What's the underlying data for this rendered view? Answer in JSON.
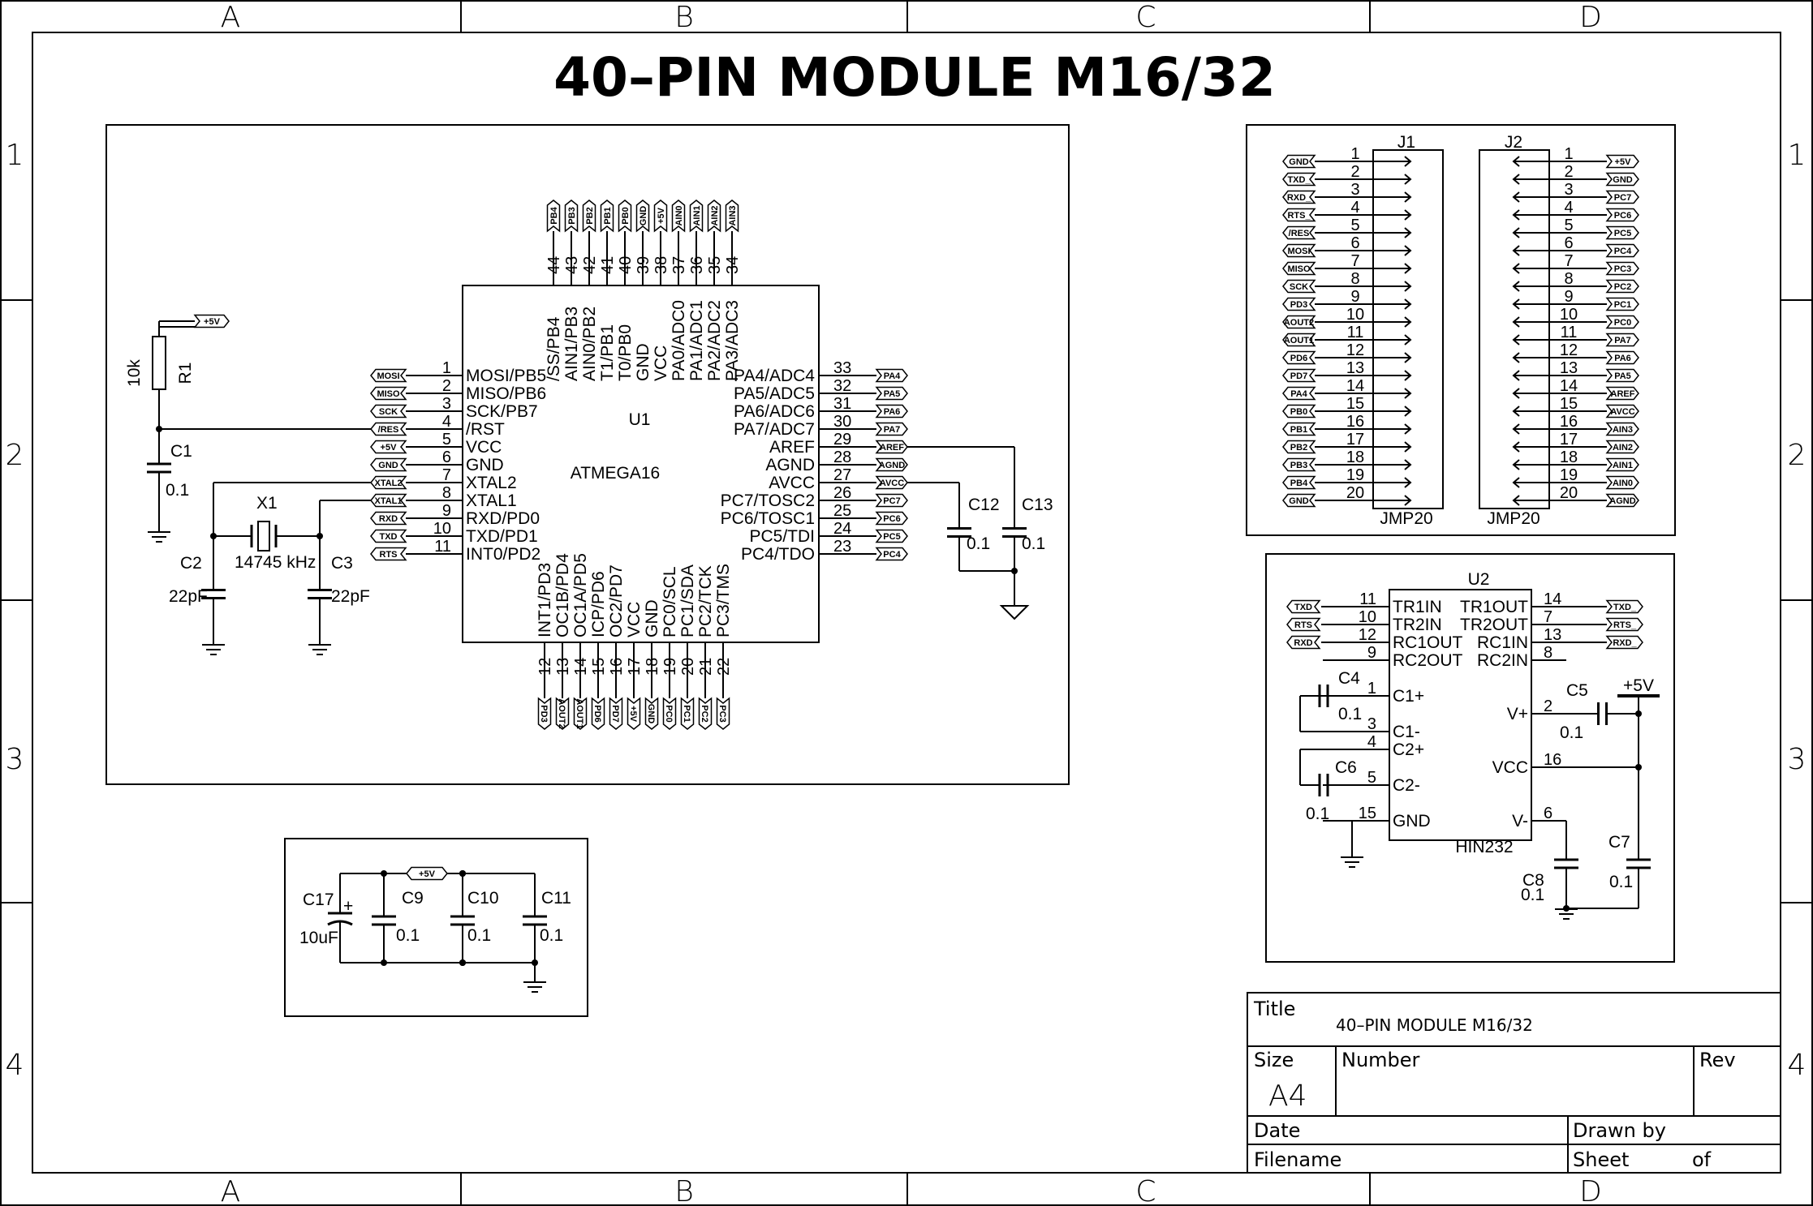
{
  "sheet": {
    "title": "40–PIN MODULE M16/32",
    "zones_h": [
      "A",
      "B",
      "C",
      "D"
    ],
    "zones_v": [
      "1",
      "2",
      "3",
      "4"
    ]
  },
  "title_block": {
    "title_label": "Title",
    "title_value": "40–PIN MODULE M16/32",
    "size_label": "Size",
    "size_value": "A4",
    "number_label": "Number",
    "rev_label": "Rev",
    "date_label": "Date",
    "drawn_label": "Drawn by",
    "filename_label": "Filename",
    "sheet_label": "Sheet",
    "of_label": "of"
  },
  "u1": {
    "ref": "U1",
    "part": "ATMEGA16",
    "left_pins": [
      {
        "num": "1",
        "name": "MOSI/PB5",
        "net": "MOSI"
      },
      {
        "num": "2",
        "name": "MISO/PB6",
        "net": "MISO"
      },
      {
        "num": "3",
        "name": "SCK/PB7",
        "net": "SCK"
      },
      {
        "num": "4",
        "name": "/RST",
        "net": "/RES"
      },
      {
        "num": "5",
        "name": "VCC",
        "net": "+5V"
      },
      {
        "num": "6",
        "name": "GND",
        "net": "GND"
      },
      {
        "num": "7",
        "name": "XTAL2",
        "net": "XTAL2"
      },
      {
        "num": "8",
        "name": "XTAL1",
        "net": "XTAL1"
      },
      {
        "num": "9",
        "name": "RXD/PD0",
        "net": "RXD"
      },
      {
        "num": "10",
        "name": "TXD/PD1",
        "net": "TXD"
      },
      {
        "num": "11",
        "name": "INT0/PD2",
        "net": "RTS"
      }
    ],
    "right_pins": [
      {
        "num": "33",
        "name": "PA4/ADC4",
        "net": "PA4"
      },
      {
        "num": "32",
        "name": "PA5/ADC5",
        "net": "PA5"
      },
      {
        "num": "31",
        "name": "PA6/ADC6",
        "net": "PA6"
      },
      {
        "num": "30",
        "name": "PA7/ADC7",
        "net": "PA7"
      },
      {
        "num": "29",
        "name": "AREF",
        "net": "AREF"
      },
      {
        "num": "28",
        "name": "AGND",
        "net": "AGND"
      },
      {
        "num": "27",
        "name": "AVCC",
        "net": "AVCC"
      },
      {
        "num": "26",
        "name": "PC7/TOSC2",
        "net": "PC7"
      },
      {
        "num": "25",
        "name": "PC6/TOSC1",
        "net": "PC6"
      },
      {
        "num": "24",
        "name": "PC5/TDI",
        "net": "PC5"
      },
      {
        "num": "23",
        "name": "PC4/TDO",
        "net": "PC4"
      }
    ],
    "top_pins": [
      {
        "num": "44",
        "name": "/SS/PB4",
        "net": "PB4"
      },
      {
        "num": "43",
        "name": "AIN1/PB3",
        "net": "PB3"
      },
      {
        "num": "42",
        "name": "AIN0/PB2",
        "net": "PB2"
      },
      {
        "num": "41",
        "name": "T1/PB1",
        "net": "PB1"
      },
      {
        "num": "40",
        "name": "T0/PB0",
        "net": "PB0"
      },
      {
        "num": "39",
        "name": "GND",
        "net": "GND"
      },
      {
        "num": "38",
        "name": "VCC",
        "net": "+5V"
      },
      {
        "num": "37",
        "name": "PA0/ADC0",
        "net": "AIN0"
      },
      {
        "num": "36",
        "name": "PA1/ADC1",
        "net": "AIN1"
      },
      {
        "num": "35",
        "name": "PA2/ADC2",
        "net": "AIN2"
      },
      {
        "num": "34",
        "name": "PA3/ADC3",
        "net": "AIN3"
      }
    ],
    "bottom_pins": [
      {
        "num": "12",
        "name": "INT1/PD3",
        "net": "PD3"
      },
      {
        "num": "13",
        "name": "OC1B/PD4",
        "net": "AOUT2"
      },
      {
        "num": "14",
        "name": "OC1A/PD5",
        "net": "AOUT1"
      },
      {
        "num": "15",
        "name": "ICP/PD6",
        "net": "PD6"
      },
      {
        "num": "16",
        "name": "OC2/PD7",
        "net": "PD7"
      },
      {
        "num": "17",
        "name": "VCC",
        "net": "+5V"
      },
      {
        "num": "18",
        "name": "GND",
        "net": "GND"
      },
      {
        "num": "19",
        "name": "PC0/SCL",
        "net": "PC0"
      },
      {
        "num": "20",
        "name": "PC1/SDA",
        "net": "PC1"
      },
      {
        "num": "21",
        "name": "PC2/TCK",
        "net": "PC2"
      },
      {
        "num": "22",
        "name": "PC3/TMS",
        "net": "PC3"
      }
    ]
  },
  "mcu_parts": {
    "r1_ref": "R1",
    "r1_val": "10k",
    "c1_ref": "C1",
    "c1_val": "0.1",
    "x1_ref": "X1",
    "x1_val": "14745 kHz",
    "c2_ref": "C2",
    "c2_val": "22pF",
    "c3_ref": "C3",
    "c3_val": "22pF",
    "c12_ref": "C12",
    "c12_val": "0.1",
    "c13_ref": "C13",
    "c13_val": "0.1",
    "vcc_tag": "+5V"
  },
  "j1": {
    "ref": "J1",
    "part": "JMP20",
    "pins": [
      "1",
      "2",
      "3",
      "4",
      "5",
      "6",
      "7",
      "8",
      "9",
      "10",
      "11",
      "12",
      "13",
      "14",
      "15",
      "16",
      "17",
      "18",
      "19",
      "20"
    ],
    "nets": [
      "GND",
      "TXD_",
      "RXD_",
      "RTS_",
      "/RES",
      "MOSI",
      "MISO",
      "SCK",
      "PD3",
      "AOUT2",
      "AOUT1",
      "PD6",
      "PD7",
      "PA4",
      "PB0",
      "PB1",
      "PB2",
      "PB3",
      "PB4",
      "GND"
    ]
  },
  "j2": {
    "ref": "J2",
    "part": "JMP20",
    "pins": [
      "1",
      "2",
      "3",
      "4",
      "5",
      "6",
      "7",
      "8",
      "9",
      "10",
      "11",
      "12",
      "13",
      "14",
      "15",
      "16",
      "17",
      "18",
      "19",
      "20"
    ],
    "nets": [
      "+5V",
      "GND",
      "PC7",
      "PC6",
      "PC5",
      "PC4",
      "PC3",
      "PC2",
      "PC1",
      "PC0",
      "PA7",
      "PA6",
      "PA5",
      "AREF",
      "AVCC",
      "AIN3",
      "AIN2",
      "AIN1",
      "AIN0",
      "AGND"
    ]
  },
  "u2": {
    "ref": "U2",
    "part": "HIN232",
    "left_pins": [
      {
        "num": "11",
        "name": "TR1IN"
      },
      {
        "num": "10",
        "name": "TR2IN"
      },
      {
        "num": "12",
        "name": "RC1OUT"
      },
      {
        "num": "9",
        "name": "RC2OUT"
      },
      {
        "num": "1",
        "name": "C1+"
      },
      {
        "num": "3",
        "name": "C1-"
      },
      {
        "num": "4",
        "name": "C2+"
      },
      {
        "num": "5",
        "name": "C2-"
      },
      {
        "num": "15",
        "name": "GND"
      }
    ],
    "right_pins": [
      {
        "num": "14",
        "name": "TR1OUT"
      },
      {
        "num": "7",
        "name": "TR2OUT"
      },
      {
        "num": "13",
        "name": "RC1IN"
      },
      {
        "num": "8",
        "name": "RC2IN"
      },
      {
        "num": "2",
        "name": "V+"
      },
      {
        "num": "16",
        "name": "VCC"
      },
      {
        "num": "6",
        "name": "V-"
      }
    ],
    "left_nets": [
      "TXD",
      "RTS",
      "RXD"
    ],
    "right_nets": [
      "TXD_",
      "RTS_",
      "RXD_"
    ],
    "c4_ref": "C4",
    "c4_val": "0.1",
    "c5_ref": "C5",
    "c5_val": "0.1",
    "c6_ref": "C6",
    "c6_val": "0.1",
    "c7_ref": "C7",
    "c7_val": "0.1",
    "c8_ref": "C8",
    "c8_val": "0.1",
    "vcc_label": "+5V"
  },
  "decoupling": {
    "vcc_tag": "+5V",
    "c17_ref": "C17",
    "c17_val": "10uF",
    "c9_ref": "C9",
    "c9_val": "0.1",
    "c10_ref": "C10",
    "c10_val": "0.1",
    "c11_ref": "C11",
    "c11_val": "0.1"
  }
}
